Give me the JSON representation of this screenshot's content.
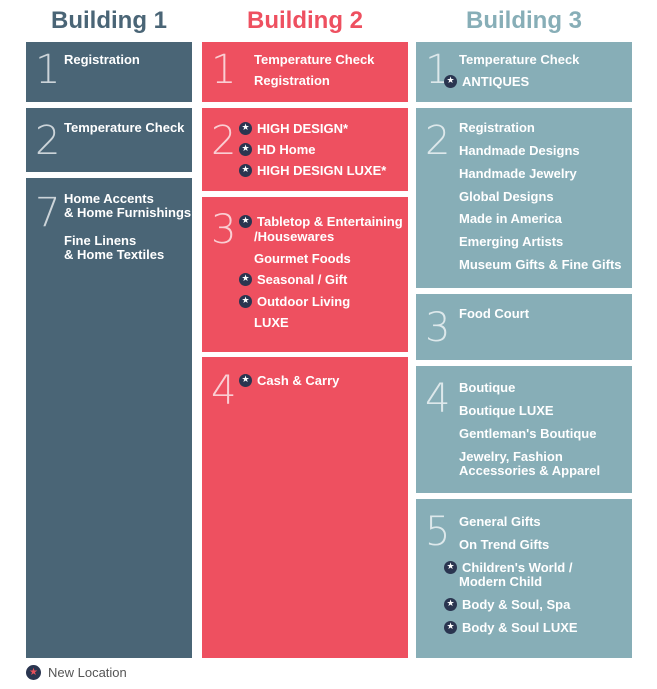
{
  "colors": {
    "building1": "#4a6576",
    "building2": "#ee5060",
    "building3": "#87aeb7"
  },
  "buildings": [
    {
      "title": "Building 1"
    },
    {
      "title": "Building 2"
    },
    {
      "title": "Building 3"
    }
  ],
  "b1": {
    "f1": {
      "num": "1",
      "items": [
        "Registration"
      ]
    },
    "f2": {
      "num": "2",
      "items": [
        "Temperature Check"
      ]
    },
    "f7": {
      "num": "7",
      "items": [
        "Home Accents",
        "& Home Furnishings",
        "Fine Linens",
        "& Home Textiles"
      ]
    }
  },
  "b2": {
    "f1": {
      "num": "1",
      "items": [
        "Temperature Check",
        "Registration"
      ]
    },
    "f2": {
      "num": "2",
      "items": [
        "HIGH DESIGN*",
        "HD Home",
        "HIGH DESIGN LUXE*"
      ]
    },
    "f3": {
      "num": "3",
      "items": [
        "Tabletop & Entertaining",
        "/Housewares",
        "Gourmet Foods",
        "Seasonal / Gift",
        "Outdoor Living",
        "LUXE"
      ]
    },
    "f4": {
      "num": "4",
      "items": [
        "Cash & Carry"
      ]
    }
  },
  "b3": {
    "f1": {
      "num": "1",
      "items": [
        "Temperature Check",
        "ANTIQUES"
      ]
    },
    "f2": {
      "num": "2",
      "items": [
        "Registration",
        "Handmade Designs",
        "Handmade Jewelry",
        "Global Designs",
        "Made in America",
        "Emerging Artists",
        "Museum Gifts & Fine Gifts"
      ]
    },
    "f3": {
      "num": "3",
      "items": [
        "Food Court"
      ]
    },
    "f4": {
      "num": "4",
      "items": [
        "Boutique",
        "Boutique LUXE",
        "Gentleman's Boutique",
        "Jewelry, Fashion",
        "Accessories & Apparel"
      ]
    },
    "f5": {
      "num": "5",
      "items": [
        "General Gifts",
        "On Trend Gifts",
        "Children's World /",
        "Modern Child",
        "Body & Soul, Spa",
        "Body & Soul LUXE"
      ]
    }
  },
  "legend": {
    "label": "New Location",
    "icon": "star-icon"
  }
}
